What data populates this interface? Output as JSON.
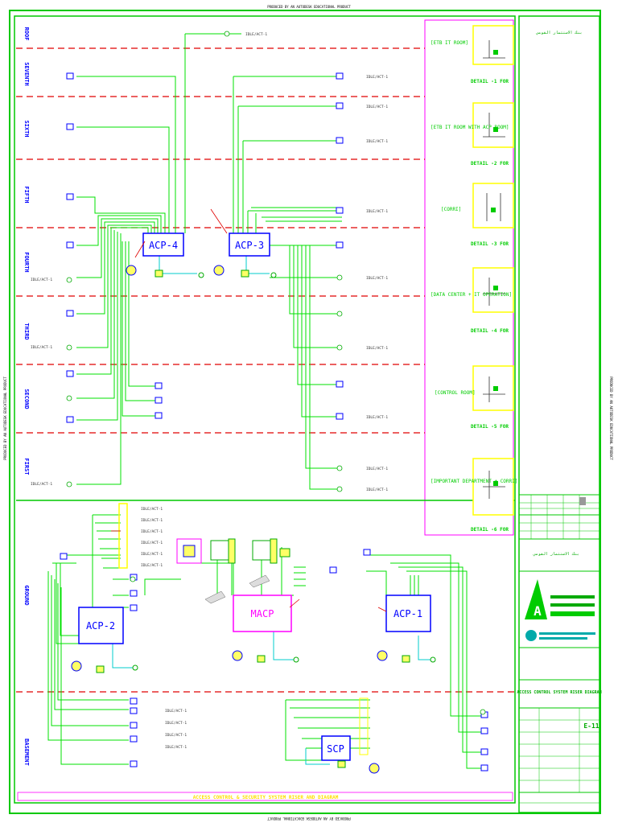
{
  "watermark": "PRODUCED BY AN AUTODESK EDUCATIONAL PRODUCT",
  "floors": [
    "ROOF",
    "SEVENTH",
    "SIXTH",
    "FIFTH",
    "FOURTH",
    "THIRD",
    "SECOND",
    "FIRST",
    "GROUND",
    "BASEMENT"
  ],
  "panels": {
    "acp4": "ACP-4",
    "acp3": "ACP-3",
    "acp2": "ACP-2",
    "acp1": "ACP-1",
    "macp": "MACP",
    "scp": "SCP"
  },
  "details": [
    {
      "label": "[ETB IT ROOM]",
      "ref": "DETAIL -1 FOR"
    },
    {
      "label": "[ETB IT ROOM WITH ACP ROOM]",
      "ref": "DETAIL -2 FOR"
    },
    {
      "label": "[CORRI]",
      "ref": "DETAIL -3 FOR"
    },
    {
      "label": "[DATA CENTER + IT OPERATION]",
      "ref": "DETAIL -4 FOR"
    },
    {
      "label": "[CONTROL ROOM]",
      "ref": "DETAIL -5 FOR"
    },
    {
      "label": "[IMPORTANT DEPARTMENT + CORRI]",
      "ref": "DETAIL -6 FOR"
    }
  ],
  "bottom_title": "ACCESS CONTROL & SECURITY SYSTEM RISER AND DIAGRAM",
  "title_block": {
    "owner_ar": "بنك الاستثمار القومي",
    "project_ar": "بنك الاستثمار القومي",
    "drawing_title": "ACCESS CONTROL SYSTEM RISER DIAGRAM",
    "sheet_no": "E-11"
  },
  "colors": {
    "wire": "#00e000",
    "border": "#00c800",
    "floor_line": "#e00000",
    "panel": "#0000ff",
    "detail_frame": "#ff00ff",
    "detail_box": "#ffff00"
  }
}
